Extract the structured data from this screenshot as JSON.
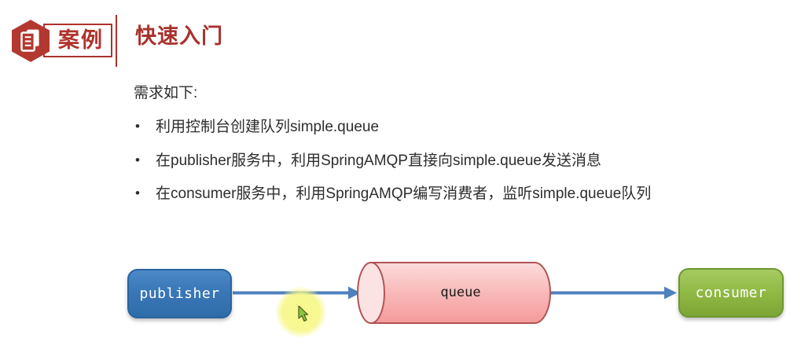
{
  "header": {
    "badge_label": "案例",
    "title": "快速入门"
  },
  "requirements": {
    "intro": "需求如下:",
    "bullet": "•",
    "items": [
      "利用控制台创建队列simple.queue",
      "在publisher服务中，利用SpringAMQP直接向simple.queue发送消息",
      "在consumer服务中，利用SpringAMQP编写消费者，监听simple.queue队列"
    ]
  },
  "diagram": {
    "nodes": [
      {
        "id": "publisher",
        "label": "publisher",
        "shape": "rounded-box",
        "fill": "#3a77b7"
      },
      {
        "id": "queue",
        "label": "queue",
        "shape": "cylinder",
        "fill": "#f8b4b4"
      },
      {
        "id": "consumer",
        "label": "consumer",
        "shape": "rounded-box",
        "fill": "#8fb944"
      }
    ],
    "edges": [
      {
        "from": "publisher",
        "to": "queue"
      },
      {
        "from": "queue",
        "to": "consumer"
      }
    ],
    "arrow_color": "#4f81bd"
  },
  "colors": {
    "accent_red": "#b0322c",
    "title_red": "#a8322e",
    "body_text": "#2d2d2d",
    "highlight_yellow": "#f6f787"
  }
}
